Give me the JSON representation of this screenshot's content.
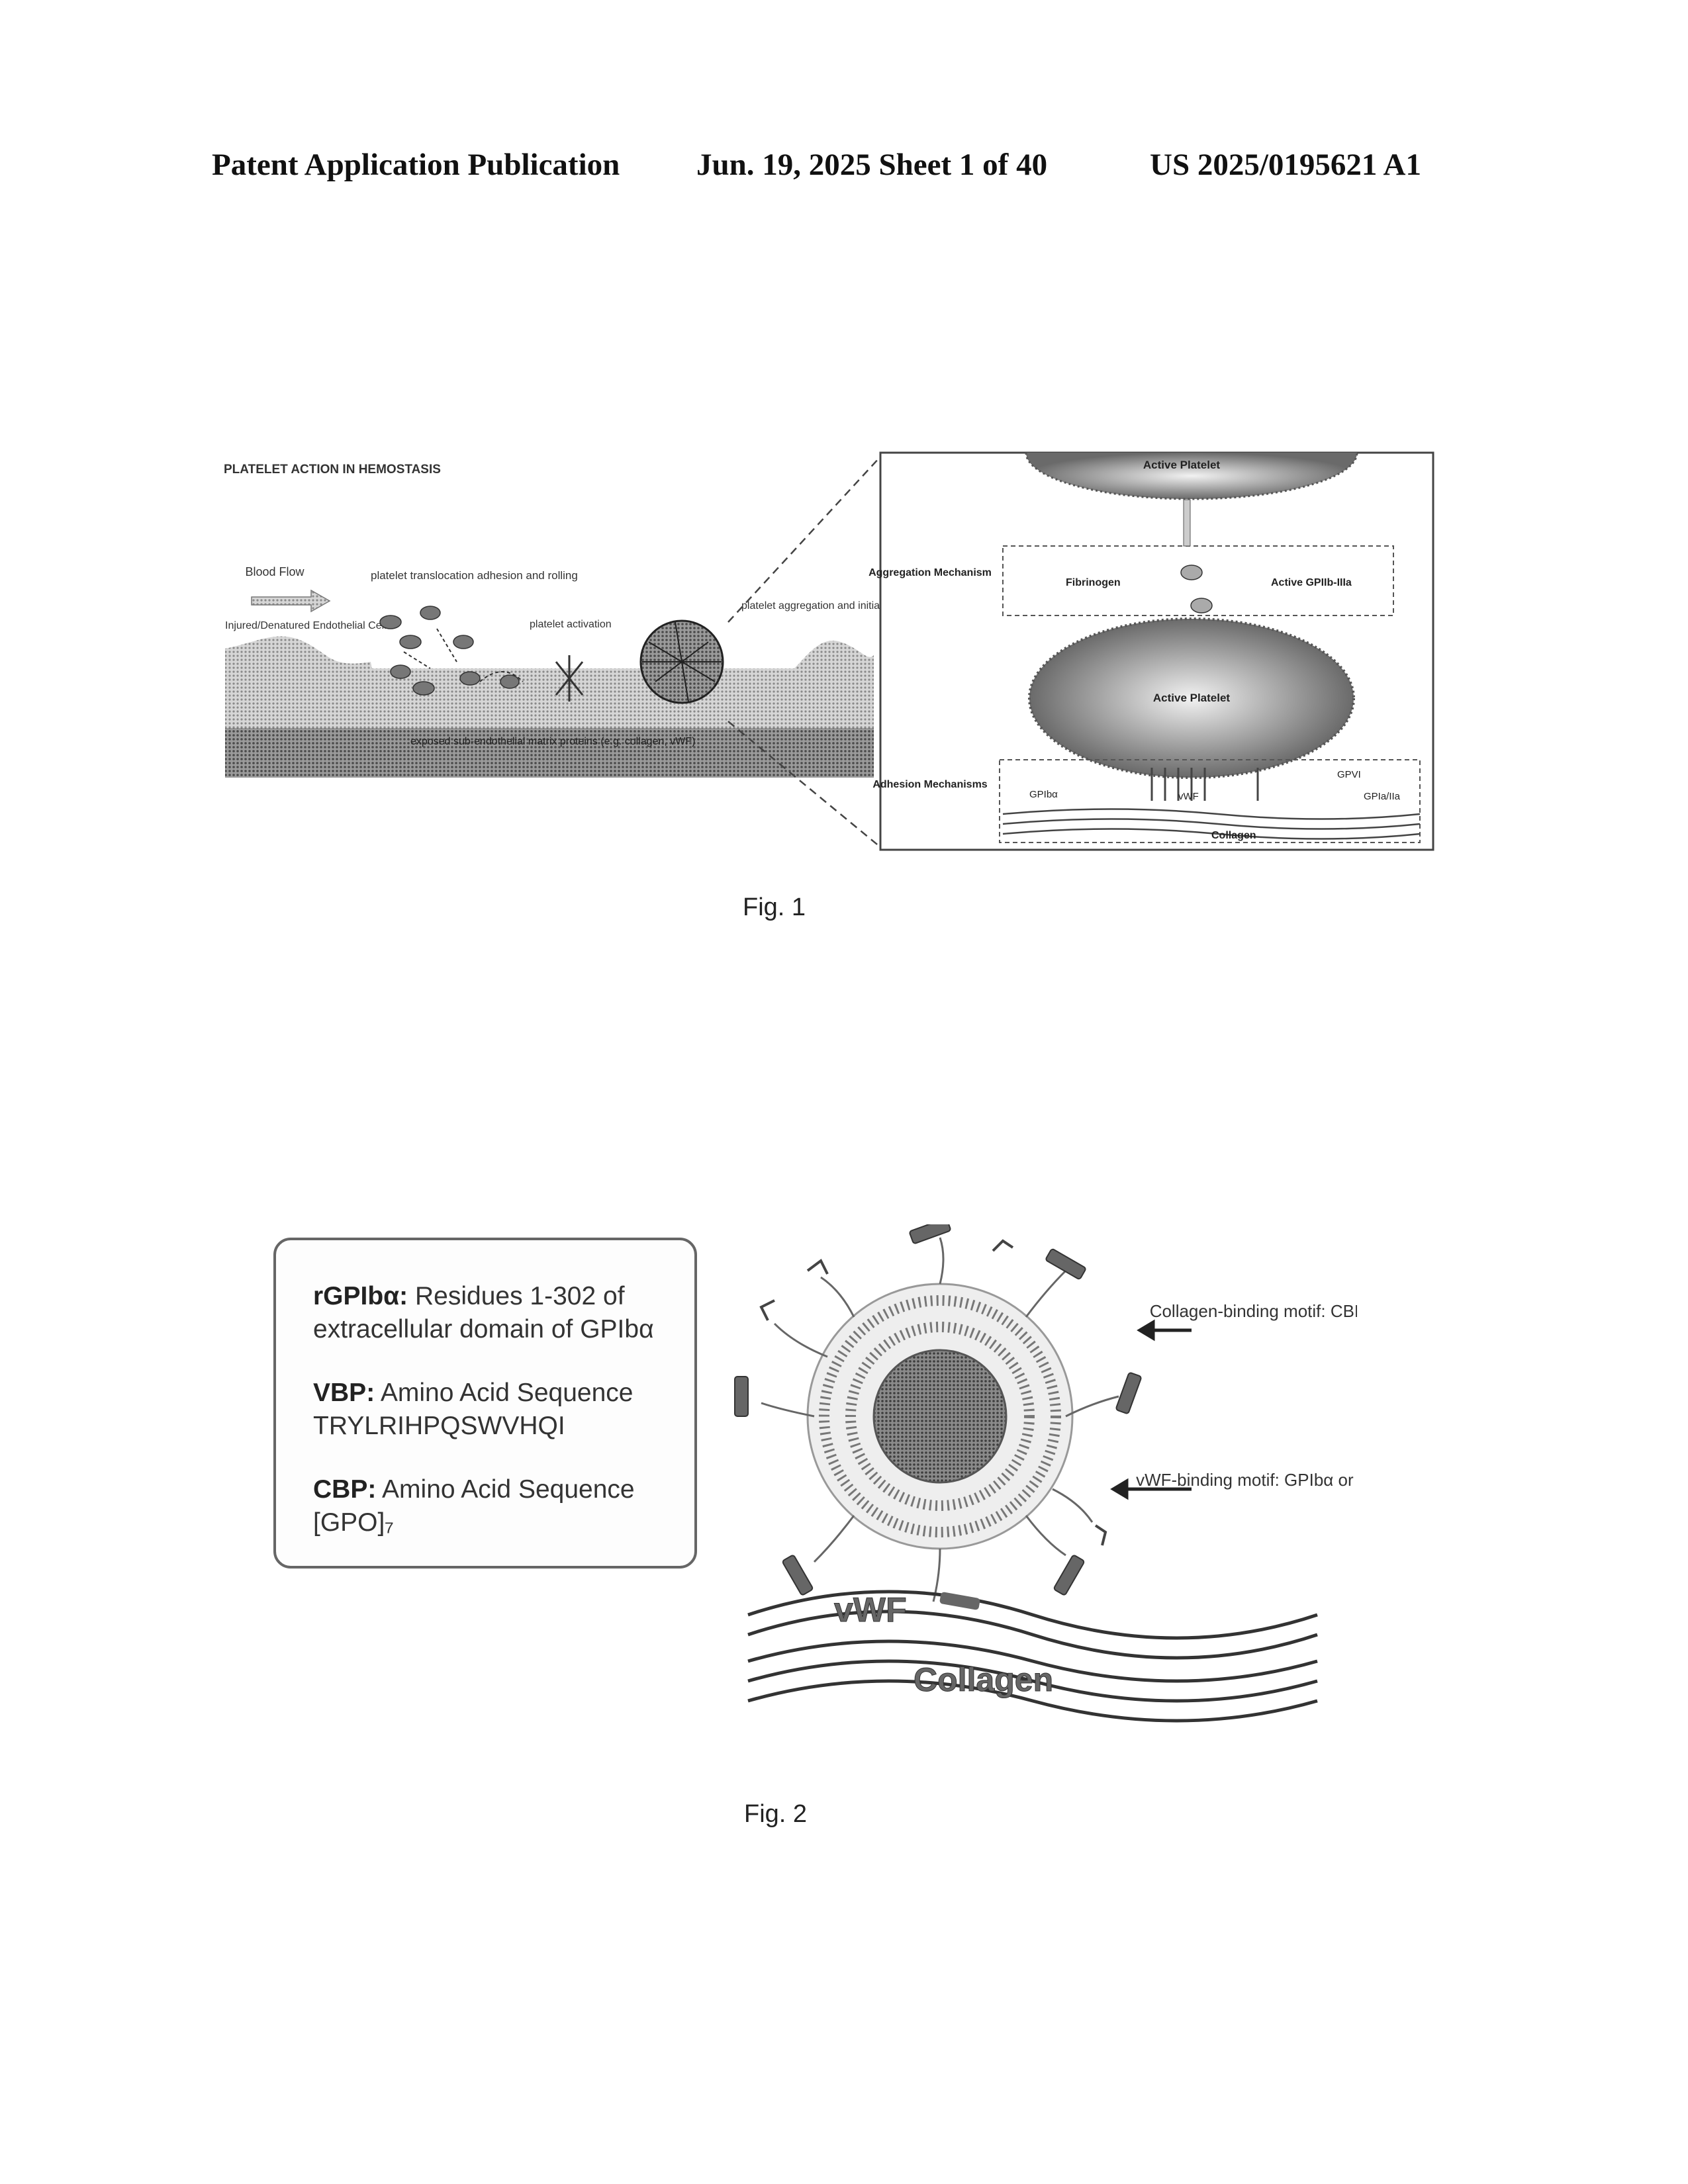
{
  "header": {
    "left": "Patent Application Publication",
    "date_sheet": "Jun. 19, 2025  Sheet 1 of 40",
    "number": "US 2025/0195621 A1"
  },
  "fig1": {
    "title": "PLATELET ACTION IN HEMOSTASIS",
    "blood_flow": "Blood Flow",
    "injured_cell": "Injured/Denatured Endothelial Cell",
    "translocation": "platelet translocation adhesion and rolling",
    "activation": "platelet activation",
    "aggregation_note": "platelet aggregation and initiation of the coagulation cascade",
    "matrix": "exposed sub-endothelial matrix proteins (e.g. collagen, vWF)",
    "inset": {
      "active_platelet_top": "Active Platelet",
      "aggregation_mechanism": "Aggregation Mechanism",
      "fibrinogen": "Fibrinogen",
      "active_gpiib_iiia": "Active GPIIb-IIIa",
      "active_platelet_mid": "Active Platelet",
      "adhesion_mechanisms": "Adhesion Mechanisms",
      "gpiba": "GPIbα",
      "vwf": "vWF",
      "gpvi": "GPVI",
      "gpia_iia": "GPIa/IIa",
      "collagen": "Collagen"
    },
    "caption": "Fig. 1"
  },
  "fig2": {
    "box": {
      "l1_key": "rGPIbα:",
      "l1_text": " Residues 1-302 of extracellular domain of GPIbα",
      "l2_key": "VBP:",
      "l2_text": "  Amino Acid Sequence TRYLRIHPQSWVHQI",
      "l3_key": "CBP:",
      "l3_text": " Amino Acid Sequence [GPO]₇"
    },
    "collagen_motif": "Collagen-binding motif: CBP",
    "vwf_motif": "vWF-binding motif: GPIbα or VBP",
    "vwf_label": "vWF",
    "collagen_label": "Collagen",
    "caption": "Fig. 2"
  },
  "colors": {
    "text": "#111111",
    "gray": "#888888",
    "dark": "#444444"
  }
}
